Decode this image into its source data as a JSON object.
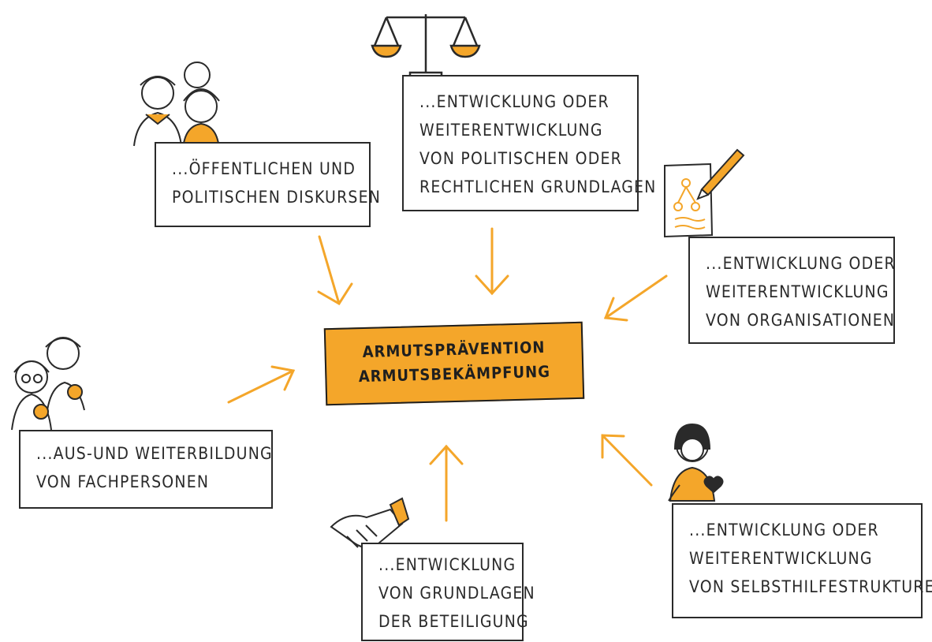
{
  "center": {
    "line1": "ARMUTSPRÄVENTION",
    "line2": "ARMUTSBEKÄMPFUNG"
  },
  "boxes": {
    "discourse": [
      "...ÖFFENTLICHEN UND",
      "POLITISCHEN DISKURSEN"
    ],
    "legal": [
      "...ENTWICKLUNG ODER",
      "WEITERENTWICKLUNG",
      "VON POLITISCHEN ODER",
      "RECHTLICHEN GRUNDLAGEN"
    ],
    "organisations": [
      "...ENTWICKLUNG ODER",
      "WEITERENTWICKLUNG",
      "VON ORGANISATIONEN"
    ],
    "training": [
      "...AUS-UND WEITERBILDUNG",
      "VON FACHPERSONEN"
    ],
    "participation": [
      "...ENTWICKLUNG",
      "VON GRUNDLAGEN",
      "DER BETEILIGUNG"
    ],
    "selfhelp": [
      "...ENTWICKLUNG ODER",
      "WEITERENTWICKLUNG",
      "VON SELBSTHILFESTRUKTUREN"
    ]
  },
  "colors": {
    "accent": "#f4a62a",
    "ink": "#2a2a2a"
  },
  "icons": [
    "people-group-icon",
    "scales-icon",
    "document-pencil-icon",
    "award-people-icon",
    "handshake-icon",
    "child-heart-icon"
  ]
}
